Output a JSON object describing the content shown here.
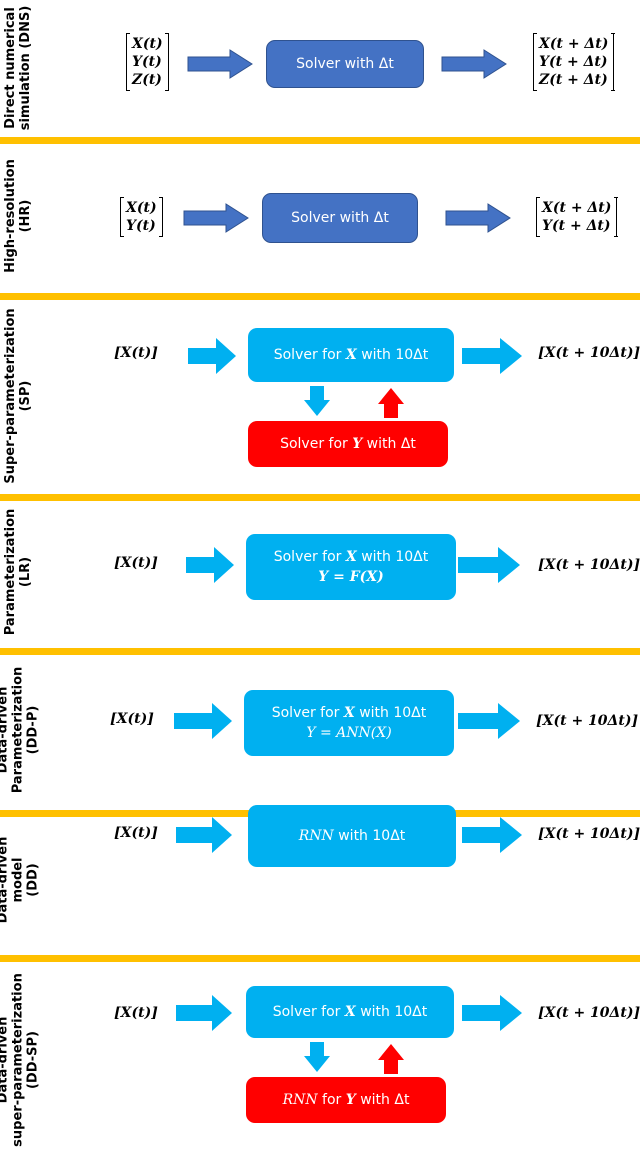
{
  "colors": {
    "divider": "#FFC000",
    "dark_box": "#4472C4",
    "light_box": "#00B0F0",
    "red_box": "#FF0000",
    "dark_arrow": "#4472C4",
    "light_arrow": "#00B0F0",
    "red_arrow": "#FF0000"
  },
  "panels": {
    "dns": {
      "label_line1": "Direct numerical",
      "label_line2": "simulation (DNS)",
      "input": [
        "X(t)",
        "Y(t)",
        "Z(t)"
      ],
      "solver": "Solver with Δt",
      "output": [
        "X(t + Δt)",
        "Y(t + Δt)",
        "Z(t + Δt)"
      ]
    },
    "hr": {
      "label_line1": "High-resolution",
      "label_line2": "(HR)",
      "input": [
        "X(t)",
        "Y(t)"
      ],
      "solver": "Solver with Δt",
      "output": [
        "X(t + Δt)",
        "Y(t + Δt)"
      ]
    },
    "sp": {
      "label_line1": "Super-parameterization",
      "label_line2": "(SP)",
      "input": "[X(t)]",
      "solver_prefix": "Solver for ",
      "solver_var": "X",
      "solver_suffix": " with 10Δt",
      "sub_prefix": "Solver for ",
      "sub_var": "Y",
      "sub_suffix": " with Δt",
      "output": "[X(t + 10Δt)]"
    },
    "lr": {
      "label_line1": "Parameterization",
      "label_line2": "(LR)",
      "input": "[X(t)]",
      "solver_prefix": "Solver for ",
      "solver_var": "X",
      "solver_suffix": " with 10Δt",
      "equation": "Y = F(X)",
      "output": "[X(t + 10Δt)]"
    },
    "ddp": {
      "label_line1": "Data-driven",
      "label_line2": "Parameterization",
      "label_line3": "(DD-P)",
      "input": "[X(t)]",
      "solver_prefix": "Solver for ",
      "solver_var": "X",
      "solver_suffix": " with 10Δt",
      "equation": "Y = ANN(X)",
      "output": "[X(t + 10Δt)]"
    },
    "dd": {
      "label_line1": "Data-driven",
      "label_line2": "model",
      "label_line3": "(DD)",
      "input": "[X(t)]",
      "solver_model": "RNN",
      "solver_suffix": " with 10Δt",
      "output": "[X(t + 10Δt)]"
    },
    "ddsp": {
      "label_line1": "Data-driven",
      "label_line2": "super-parameterization",
      "label_line3": "(DD-SP)",
      "input": "[X(t)]",
      "solver_prefix": "Solver for ",
      "solver_var": "X",
      "solver_suffix": " with 10Δt",
      "sub_model": "RNN",
      "sub_mid": " for ",
      "sub_var": "Y",
      "sub_suffix": " with Δt",
      "output": "[X(t + 10Δt)]"
    }
  }
}
